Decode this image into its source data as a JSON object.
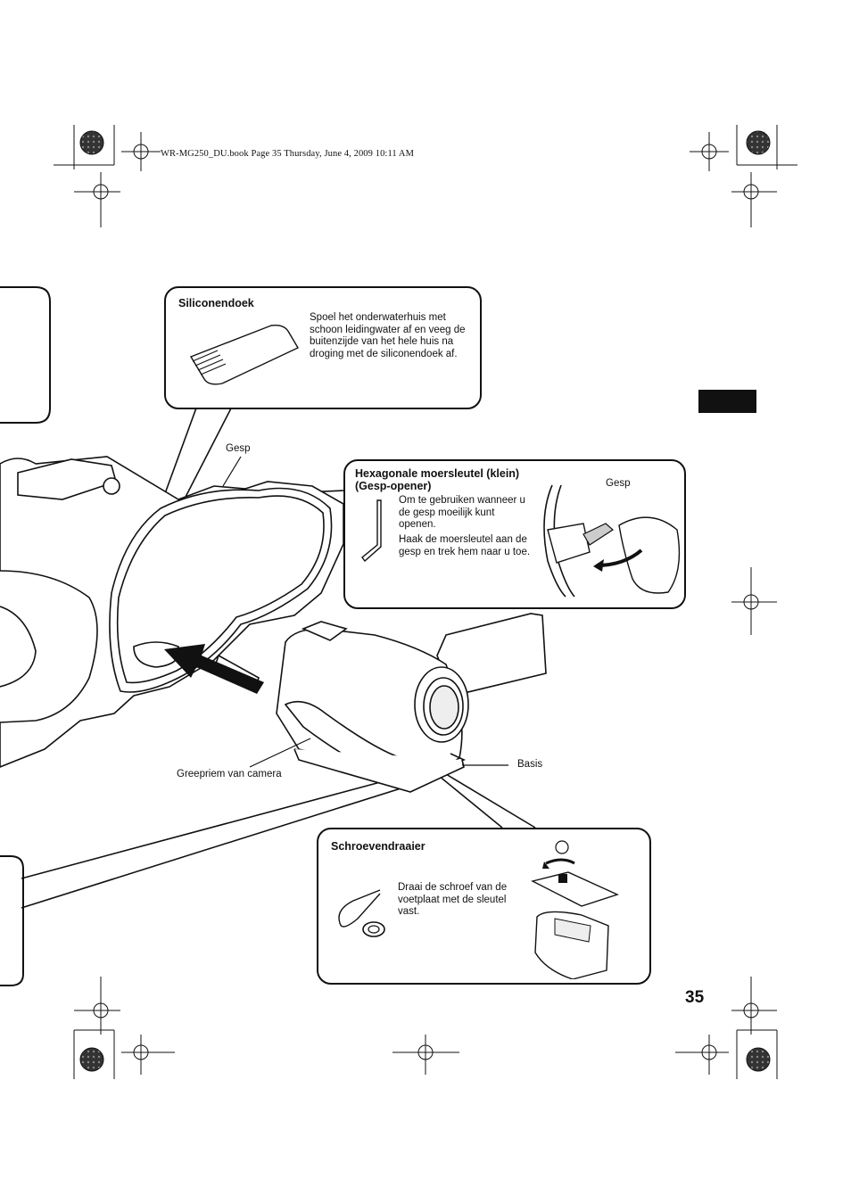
{
  "header": {
    "line": "WR-MG250_DU.book  Page 35  Thursday, June 4, 2009  10:11 AM"
  },
  "page": {
    "number": "35"
  },
  "siliconendoek": {
    "title": "Siliconendoek",
    "text": "Spoel het onderwaterhuis met schoon leidingwater af en veeg de buitenzijde van het hele huis na droging met de siliconendoek af."
  },
  "hexsleutel": {
    "title": "Hexagonale moersleutel (klein) (Gesp-opener)",
    "text1": "Om te gebruiken wanneer u de gesp moeilijk kunt openen.",
    "text2": "Haak de moersleutel aan de gesp en trek hem naar u toe.",
    "gesp_label": "Gesp"
  },
  "schroevendraaier": {
    "title": "Schroevendraaier",
    "text": "Draai de schroef van de voetplaat met de sleutel vast."
  },
  "labels": {
    "gesp": "Gesp",
    "basis": "Basis",
    "greepriem": "Greepriem van camera"
  }
}
